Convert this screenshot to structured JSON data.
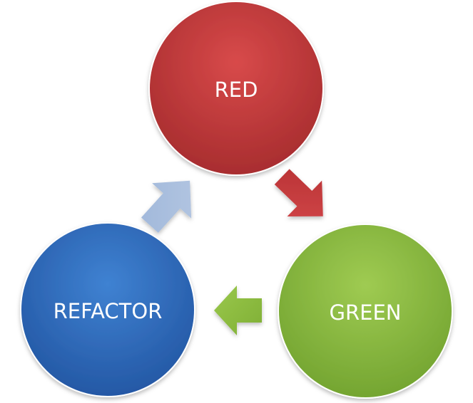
{
  "diagram": {
    "type": "cycle",
    "nodes": [
      {
        "id": "red",
        "label": "RED",
        "color": "#c0393b"
      },
      {
        "id": "green",
        "label": "GREEN",
        "color": "#8cba3f"
      },
      {
        "id": "refactor",
        "label": "REFACTOR",
        "color": "#2f6fbe"
      }
    ],
    "arrows": [
      {
        "from": "RED",
        "to": "GREEN",
        "color": "#c0393b"
      },
      {
        "from": "GREEN",
        "to": "REFACTOR",
        "color": "#8cba3f"
      },
      {
        "from": "REFACTOR",
        "to": "RED",
        "color": "#a9bedd"
      }
    ]
  }
}
